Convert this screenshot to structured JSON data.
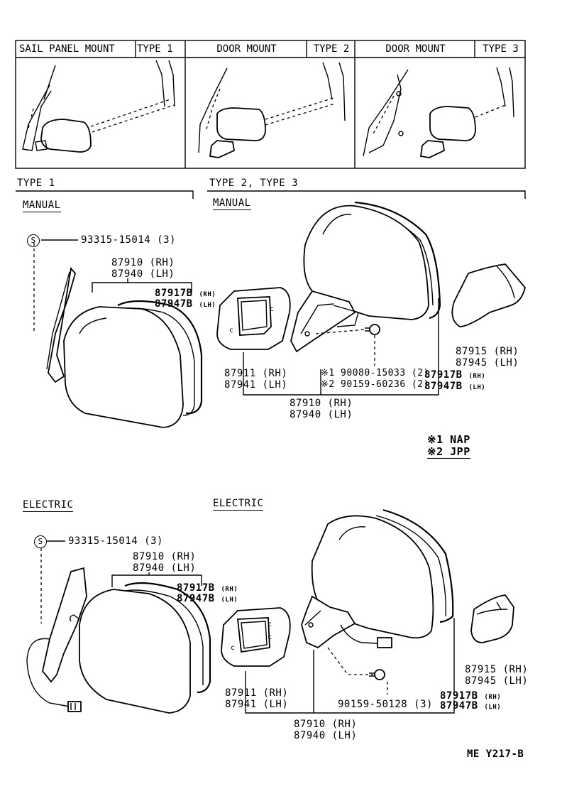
{
  "header_table": {
    "cells": [
      "SAIL PANEL MOUNT",
      "TYPE 1",
      "DOOR MOUNT",
      "TYPE 2",
      "DOOR MOUNT",
      "TYPE 3"
    ]
  },
  "sections": {
    "type1_title": "TYPE 1",
    "type23_title": "TYPE 2, TYPE 3",
    "manual": "MANUAL",
    "electric": "ELECTRIC"
  },
  "type1_manual": {
    "screw": "93315-15014 (3)",
    "mirror_rh": "87910 (RH)",
    "mirror_lh": "87940 (LH)",
    "glass_rh": "87917B",
    "glass_lh": "87947B",
    "rh": "(RH)",
    "lh": "(LH)"
  },
  "type23_manual": {
    "cover_rh": "87911 (RH)",
    "cover_lh": "87941 (LH)",
    "screw1": "※1 90080-15033 (2)",
    "screw2": "※2 90159-60236 (2)",
    "glass_rh": "87917B",
    "glass_lh": "87947B",
    "rh": "(RH)",
    "lh": "(LH)",
    "mirror_rh": "87910 (RH)",
    "mirror_lh": "87940 (LH)",
    "trim_rh": "87915 (RH)",
    "trim_lh": "87945 (LH)"
  },
  "notes": {
    "nap": "※1 NAP",
    "jpp": "※2 JPP"
  },
  "type1_electric": {
    "screw": "93315-15014 (3)",
    "mirror_rh": "87910 (RH)",
    "mirror_lh": "87940 (LH)",
    "glass_rh": "87917B",
    "glass_lh": "87947B",
    "rh": "(RH)",
    "lh": "(LH)"
  },
  "type23_electric": {
    "cover_rh": "87911 (RH)",
    "cover_lh": "87941 (LH)",
    "screw": "90159-50128 (3)",
    "glass_rh": "87917B",
    "glass_lh": "87947B",
    "rh": "(RH)",
    "lh": "(LH)",
    "mirror_rh": "87910 (RH)",
    "mirror_lh": "87940 (LH)",
    "trim_rh": "87915 (RH)",
    "trim_lh": "87945 (LH)"
  },
  "footer": {
    "code": "ME  Y217-B"
  },
  "icons": {
    "s_mark": "S"
  }
}
